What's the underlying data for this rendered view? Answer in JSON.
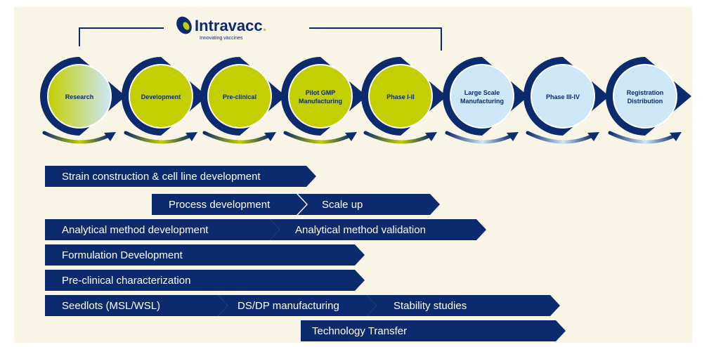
{
  "logo": {
    "name": "Intravacc",
    "dot": ".",
    "tagline": "Innovating vaccines",
    "colors": {
      "navy": "#0c2a6e",
      "lime": "#c3cf00"
    }
  },
  "stages": [
    {
      "label_lines": [
        "Research"
      ],
      "fill": "gradient"
    },
    {
      "label_lines": [
        "Development"
      ],
      "fill": "lime"
    },
    {
      "label_lines": [
        "Pre-clinical"
      ],
      "fill": "lime"
    },
    {
      "label_lines": [
        "Pilot GMP",
        "Manufacturing"
      ],
      "fill": "lime"
    },
    {
      "label_lines": [
        "Phase I-II"
      ],
      "fill": "lime"
    },
    {
      "label_lines": [
        "Large Scale",
        "Manufacturing"
      ],
      "fill": "lightblue"
    },
    {
      "label_lines": [
        "Phase III-IV"
      ],
      "fill": "lightblue"
    },
    {
      "label_lines": [
        "Registration",
        "Distribution"
      ],
      "fill": "lightblue"
    }
  ],
  "bars": [
    [
      {
        "label": "Strain construction & cell line development"
      }
    ],
    [
      {
        "label": "Process development"
      },
      {
        "label": "Scale up"
      }
    ],
    [
      {
        "label": "Analytical method development"
      },
      {
        "label": "Analytical method validation"
      }
    ],
    [
      {
        "label": "Formulation Development"
      }
    ],
    [
      {
        "label": "Pre-clinical characterization"
      }
    ],
    [
      {
        "label": "Seedlots (MSL/WSL)"
      },
      {
        "label": "DS/DP manufacturing"
      },
      {
        "label": "Stability studies"
      }
    ],
    [
      {
        "label": "Technology Transfer"
      }
    ]
  ],
  "colors": {
    "navy": "#0c2a6e",
    "lime": "#c3cf00",
    "lightblue": "#cde7f6",
    "background": "#f8f5e6"
  }
}
